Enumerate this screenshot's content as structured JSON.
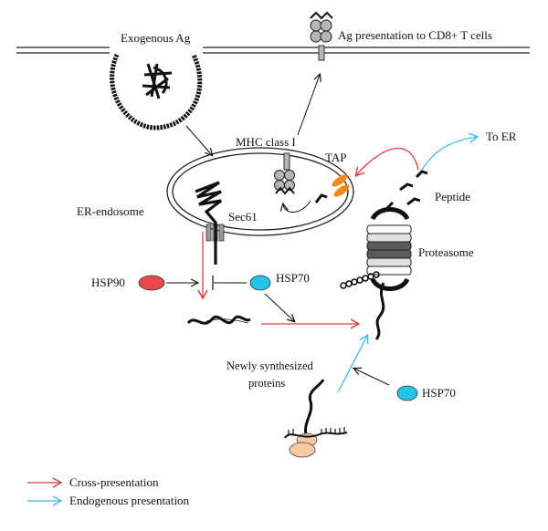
{
  "labels": {
    "exogenous_ag": "Exogenous Ag",
    "ag_presentation": "Ag presentation to CD8+ T cells",
    "mhc_class_i": "MHC class I",
    "tap": "TAP",
    "to_er": "To ER",
    "er_endosome": "ER-endosome",
    "sec61": "Sec61",
    "peptide": "Peptide",
    "proteasome": "Proteasome",
    "hsp90": "HSP90",
    "hsp70_top": "HSP70",
    "hsp70_bottom": "HSP70",
    "newly_line1": "Newly synthesized",
    "newly_line2": "proteins"
  },
  "legend": {
    "cross": "Cross-presentation",
    "endogenous": "Endogenous presentation"
  },
  "colors": {
    "cross_arrow": "#e03a3e",
    "endogenous_arrow": "#3bbde3",
    "hsp90_fill": "#e8474c",
    "hsp70_fill": "#22c4ea",
    "tap_fill": "#f08a1f",
    "ribosome_fill": "#f6c9a0",
    "sec61_fill": "#9a9a9a",
    "mhc_fill": "#b5b5b5"
  }
}
